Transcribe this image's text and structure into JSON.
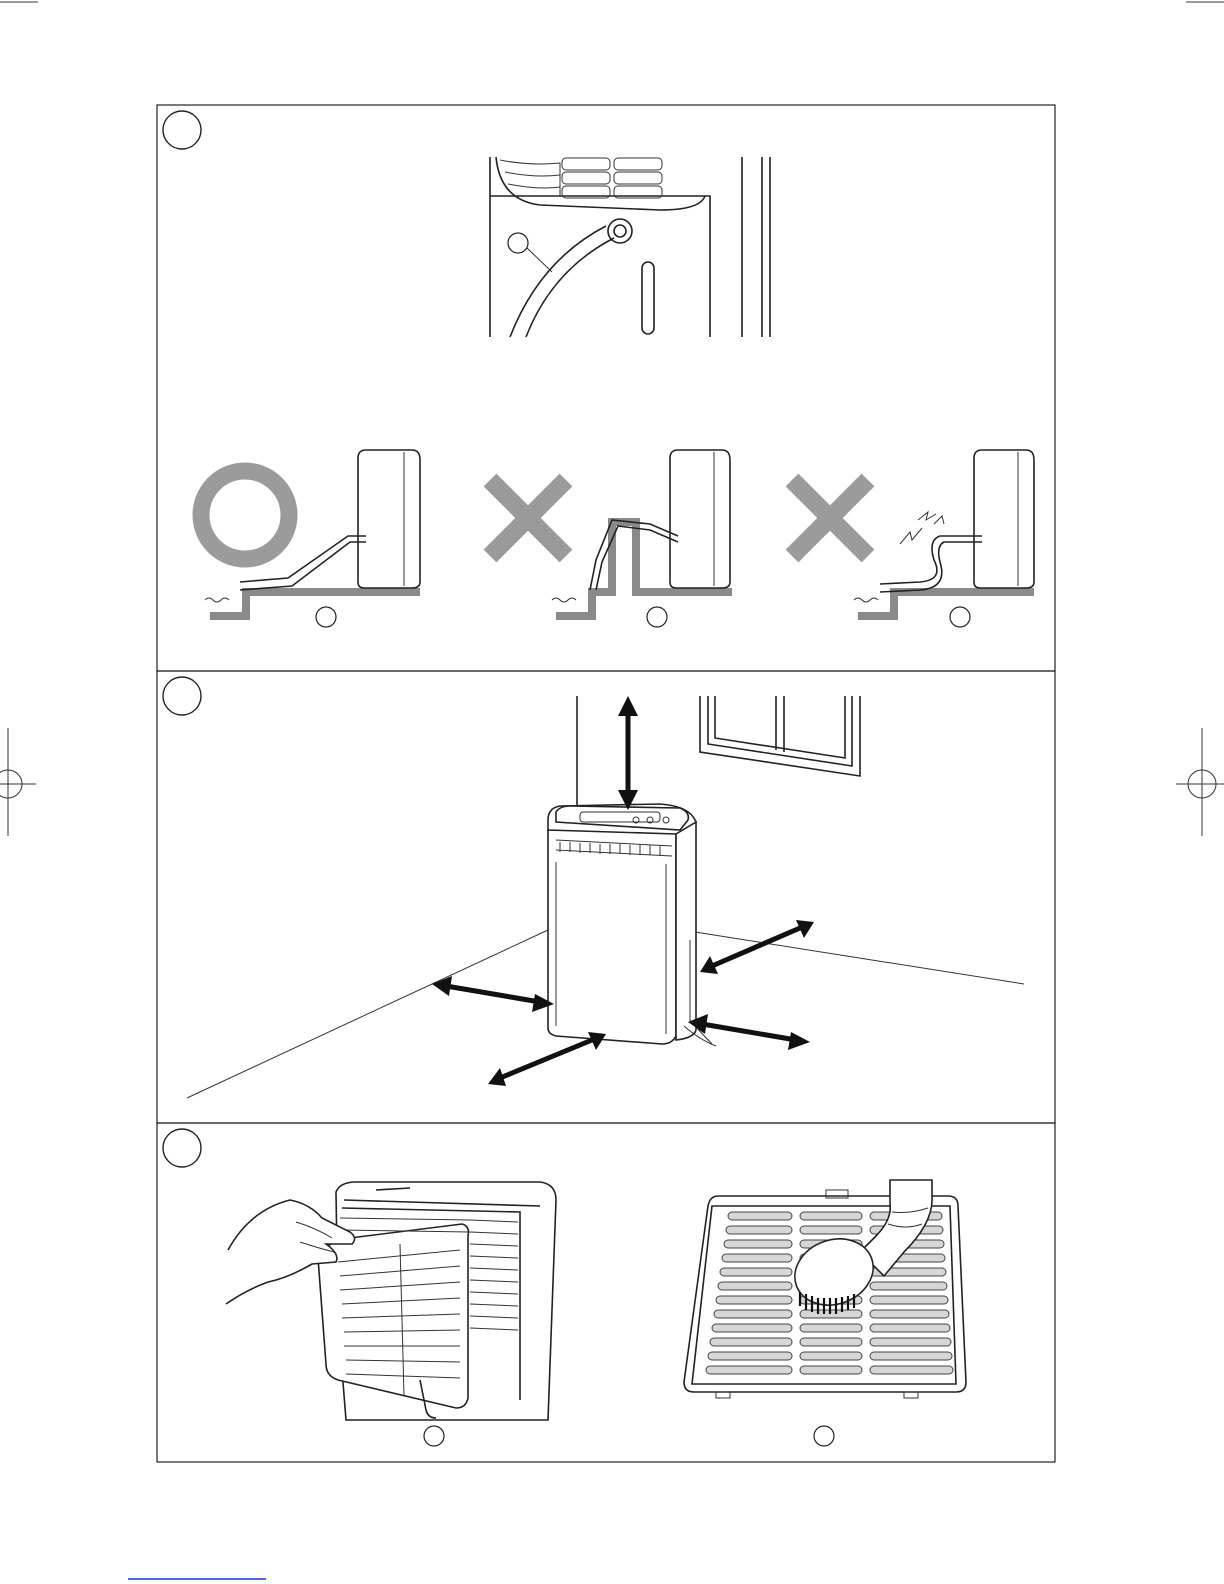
{
  "document": {
    "figures": [
      {
        "id": "figure-1",
        "callouts": 4
      },
      {
        "id": "figure-2",
        "callouts": 0
      },
      {
        "id": "figure-3",
        "callouts": 2
      }
    ]
  },
  "symbols": {
    "correct": "circle-ok-icon",
    "incorrect": "cross-x-icon",
    "double_arrow": "double-arrow-icon"
  },
  "colors": {
    "frame": "#222222",
    "symbol_gray": "#9b9b9b",
    "floor_gray": "#8a8a8a",
    "bottom_rule": "#1a35c8"
  }
}
